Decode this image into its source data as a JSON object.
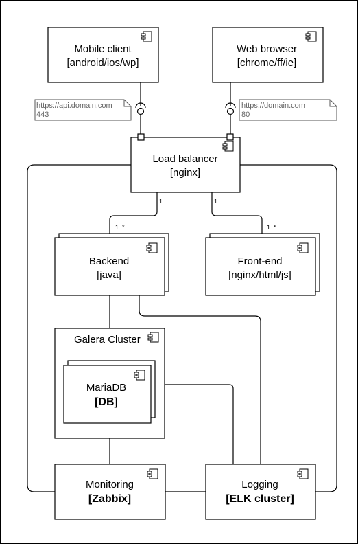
{
  "components": {
    "mobile": {
      "name": "Mobile client",
      "tech": "[android/ios/wp]"
    },
    "web": {
      "name": "Web browser",
      "tech": "[chrome/ff/ie]"
    },
    "lb": {
      "name": "Load balancer",
      "tech": "[nginx]"
    },
    "backend": {
      "name": "Backend",
      "tech": "[java]"
    },
    "frontend": {
      "name": "Front-end",
      "tech": "[nginx/html/js]"
    },
    "galera": {
      "name": "Galera Cluster"
    },
    "mariadb": {
      "name": "MariaDB",
      "tech": "[DB]"
    },
    "monitoring": {
      "name": "Monitoring",
      "tech": "[Zabbix]"
    },
    "logging": {
      "name": "Logging",
      "tech": "[ELK cluster]"
    }
  },
  "notes": {
    "api": {
      "url": "https://api.domain.com",
      "port": "443"
    },
    "web": {
      "url": "https://domain.com",
      "port": "80"
    }
  },
  "multiplicities": {
    "lb_backend_src": "1",
    "lb_backend_dst": "1..*",
    "lb_frontend_src": "1",
    "lb_frontend_dst": "1..*"
  }
}
